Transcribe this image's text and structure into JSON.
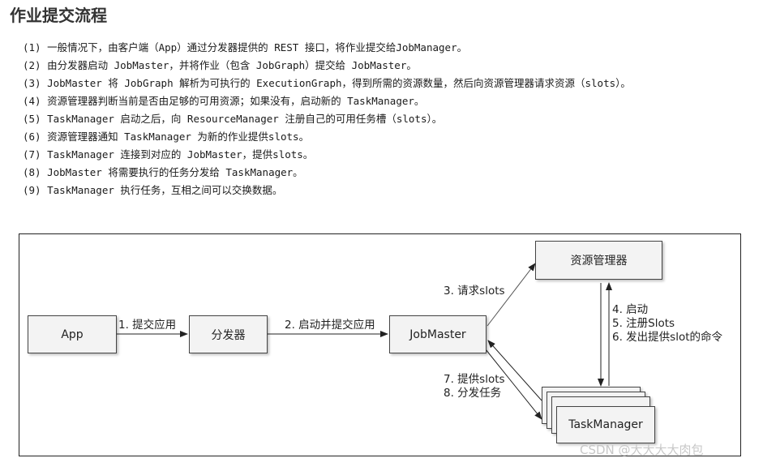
{
  "title": "作业提交流程",
  "steps": [
    "(1)  一般情况下，由客户端（App）通过分发器提供的 REST 接口，将作业提交给JobManager。",
    "(2) 由分发器启动 JobMaster，并将作业（包含 JobGraph）提交给 JobMaster。",
    "(3) JobMaster 将 JobGraph 解析为可执行的 ExecutionGraph，得到所需的资源数量，然后向资源管理器请求资源（slots）。",
    "(4) 资源管理器判断当前是否由足够的可用资源；如果没有，启动新的 TaskManager。",
    "(5) TaskManager 启动之后，向 ResourceManager 注册自己的可用任务槽（slots）。",
    "(6) 资源管理器通知 TaskManager 为新的作业提供slots。",
    "(7) TaskManager 连接到对应的 JobMaster，提供slots。",
    "(8) JobMaster 将需要执行的任务分发给 TaskManager。",
    "(9) TaskManager 执行任务，互相之间可以交换数据。"
  ],
  "diagram": {
    "app": "App",
    "dispatcher": "分发器",
    "jobmaster": "JobMaster",
    "resource_manager": "资源管理器",
    "taskmanager": "TaskManager",
    "edge_submit": "1. 提交应用",
    "edge_start": "2. 启动并提交应用",
    "edge_request": "3. 请求slots",
    "edge_rm_lines": [
      "4. 启动",
      "5. 注册Slots",
      "6. 发出提供slot的命令"
    ],
    "edge_tm_lines": [
      "7. 提供slots",
      "8. 分发任务"
    ]
  },
  "watermark": "CSDN @大大大大肉包"
}
